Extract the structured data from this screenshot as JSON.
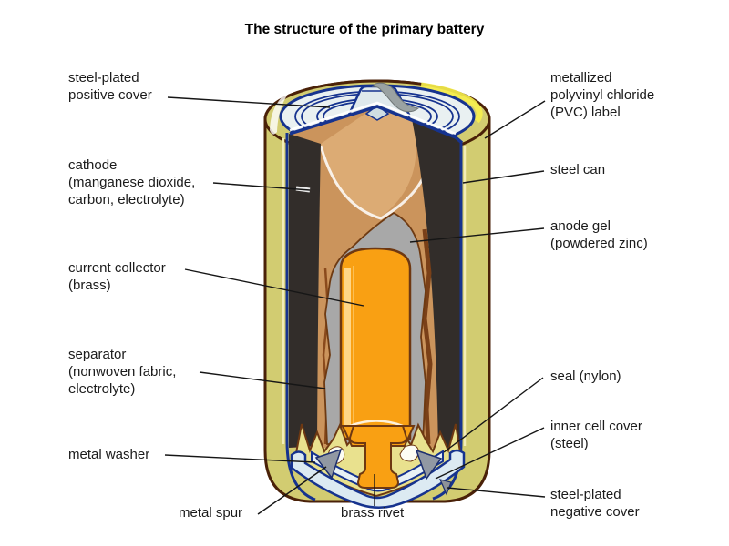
{
  "title": "The structure of the primary battery",
  "figure": "cutaway-diagram-of-primary-battery",
  "labels": {
    "positive_cover": "steel-plated\npositive cover",
    "cathode": "cathode\n(manganese dioxide,\ncarbon, electrolyte)",
    "current_collector": "current collector\n(brass)",
    "separator": "separator\n(nonwoven fabric,\nelectrolyte)",
    "metal_washer": "metal washer",
    "metal_spur": "metal spur",
    "brass_rivet": "brass rivet",
    "pvc_label": "metallized\npolyvinyl chloride\n(PVC) label",
    "steel_can": "steel can",
    "anode_gel": "anode gel\n(powdered zinc)",
    "seal": "seal (nylon)",
    "inner_cell_cover": "inner cell cover\n(steel)",
    "negative_cover": "steel-plated\nnegative cover"
  },
  "colors": {
    "label_olive": "#d2cc71",
    "outline_brown": "#4a2108",
    "steel_navy": "#16338f",
    "cover_blue_white": "#e9f0f1",
    "cathode_black": "#322d2a",
    "cathode_tan": "#cb945c",
    "cathode_tan_light": "#dcab74",
    "anode_gray": "#a8a8a8",
    "collector_orange": "#f9a013",
    "collector_highlight": "#ffd98e",
    "seal_yellow": "#e9e18e",
    "assembly_pale_blue": "#dceaf2",
    "washer_gray": "#9198a3",
    "glow_yellow": "#f7f04e",
    "text": "#1b1b1b"
  }
}
